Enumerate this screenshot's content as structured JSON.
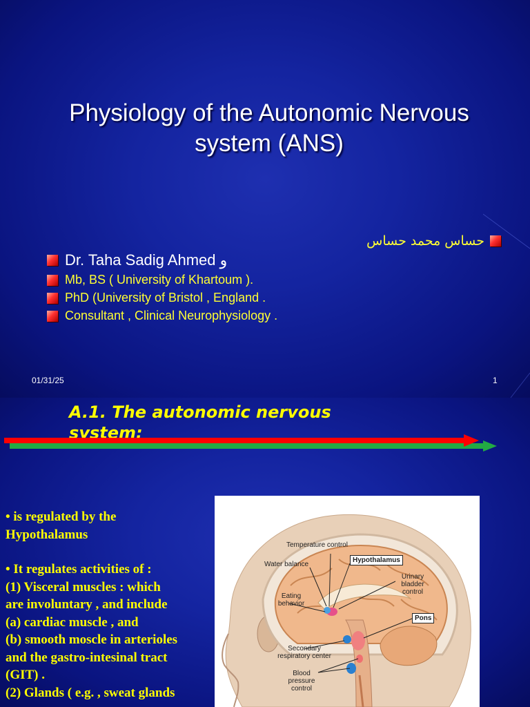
{
  "slide1": {
    "title": "Physiology of the Autonomic Nervous system (ANS)",
    "arabic_line": "حساس محمد حساس",
    "bullets": [
      "Dr. Taha Sadig Ahmed و",
      "Mb, BS ( University of Khartoum ).",
      "PhD (University of Bristol , England .",
      "Consultant , Clinical Neurophysiology ."
    ],
    "footer_date": "01/31/25",
    "page_number": "1"
  },
  "slide2": {
    "title": "A.1. The autonomic nervous system:",
    "body_lines": [
      "•     is regulated by the",
      "      Hypothalamus",
      "",
      "•     It regulates activities of :",
      " (1)  Visceral  muscles : which",
      "      are involuntary  , and include",
      "(a) cardiac muscle  , and",
      "(b) smooth moscle in arterioles",
      "      and the gastro-intesinal tract",
      "      (GIT) .",
      "(2) Glands ( e.g. , sweat glands"
    ],
    "figure_labels": {
      "temperature": "Temperature control",
      "water": "Water balance",
      "hypothalamus": "Hypothalamus",
      "urinary": "Urinary bladder control",
      "eating": "Eating behavior",
      "pons": "Pons",
      "secondary": "Secondary respiratory center",
      "blood": "Blood pressure control"
    }
  },
  "colors": {
    "background": "#1424a0",
    "title_text": "#ffffff",
    "accent_yellow": "#ffff00",
    "bullet_red": "#ff3030",
    "arrow_red": "#ff0000",
    "arrow_green": "#22aa44"
  }
}
